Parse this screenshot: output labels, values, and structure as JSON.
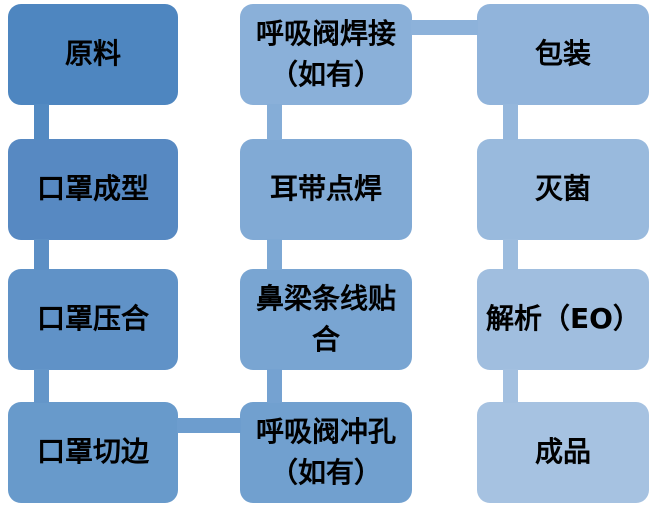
{
  "diagram": {
    "type": "flowchart",
    "background_color": "#ffffff",
    "text_color": "#000000"
  },
  "steps": [
    {
      "id": 1,
      "label": "原料",
      "color": "#4E86C0"
    },
    {
      "id": 2,
      "label": "口罩成型",
      "color": "#5789C2"
    },
    {
      "id": 3,
      "label": "口罩压合",
      "color": "#6092C7"
    },
    {
      "id": 4,
      "label": "口罩切边",
      "color": "#689ACB"
    },
    {
      "id": 5,
      "label": "呼吸阀冲孔（如有）",
      "color": "#71A0CF"
    },
    {
      "id": 6,
      "label": "鼻梁条线贴合",
      "color": "#79A5D2"
    },
    {
      "id": 7,
      "label": "耳带点焊",
      "color": "#81AAD5"
    },
    {
      "id": 8,
      "label": "呼吸阀焊接（如有）",
      "color": "#8AB0D9"
    },
    {
      "id": 9,
      "label": "包装",
      "color": "#91B4DB"
    },
    {
      "id": 10,
      "label": "灭菌",
      "color": "#99BADD"
    },
    {
      "id": 11,
      "label": "解析（EO）",
      "color": "#A0BEDF"
    },
    {
      "id": 12,
      "label": "成品",
      "color": "#A6C2E1"
    }
  ],
  "connectors": [
    {
      "from": "原料",
      "to": "口罩成型",
      "direction": "down",
      "color": "#538AC2"
    },
    {
      "from": "口罩成型",
      "to": "口罩压合",
      "direction": "down",
      "color": "#5C8FC5"
    },
    {
      "from": "口罩压合",
      "to": "口罩切边",
      "direction": "down",
      "color": "#6496C9"
    },
    {
      "from": "口罩切边",
      "to": "呼吸阀冲孔（如有）",
      "direction": "right",
      "color": "#6D9DCE"
    },
    {
      "from": "呼吸阀冲孔（如有）",
      "to": "鼻梁条线贴合",
      "direction": "up",
      "color": "#75A2D1"
    },
    {
      "from": "鼻梁条线贴合",
      "to": "耳带点焊",
      "direction": "up",
      "color": "#7DA8D4"
    },
    {
      "from": "耳带点焊",
      "to": "呼吸阀焊接（如有）",
      "direction": "up",
      "color": "#85ADD7"
    },
    {
      "from": "呼吸阀焊接（如有）",
      "to": "包装",
      "direction": "right",
      "color": "#8DB2DA"
    },
    {
      "from": "包装",
      "to": "灭菌",
      "direction": "down",
      "color": "#95B7DC"
    },
    {
      "from": "灭菌",
      "to": "解析（EO）",
      "direction": "down",
      "color": "#9CBCDE"
    },
    {
      "from": "解析（EO）",
      "to": "成品",
      "direction": "down",
      "color": "#A3C0E0"
    }
  ]
}
